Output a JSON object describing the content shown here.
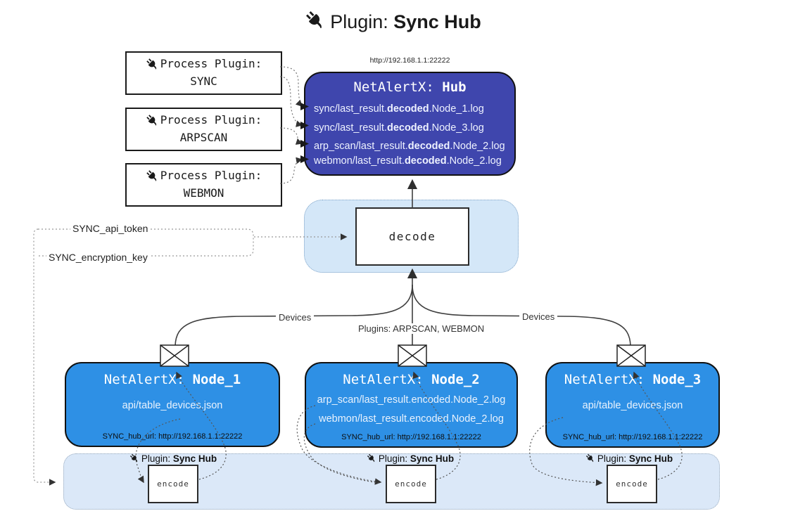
{
  "title": {
    "label": "Plugin:",
    "name": "Sync Hub"
  },
  "process_plugins": {
    "items": [
      {
        "label": "Process Plugin:",
        "name": "SYNC"
      },
      {
        "label": "Process Plugin:",
        "name": "ARPSCAN"
      },
      {
        "label": "Process Plugin:",
        "name": "WEBMON"
      }
    ]
  },
  "hub": {
    "url": "http://192.168.1.1:22222",
    "title_label": "NetAlertX:",
    "title_name": "Hub",
    "logs": [
      {
        "pre": "sync/last_result.",
        "bold": "decoded",
        "post": ".Node_1.log"
      },
      {
        "pre": "sync/last_result.",
        "bold": "decoded",
        "post": ".Node_3.log"
      },
      {
        "pre": "arp_scan/last_result.",
        "bold": "decoded",
        "post": ".Node_2.log"
      },
      {
        "pre": "webmon/last_result.",
        "bold": "decoded",
        "post": ".Node_2.log"
      }
    ]
  },
  "decode": {
    "label": "decode"
  },
  "secrets": {
    "api_token": "SYNC_api_token",
    "encryption_key": "SYNC_encryption_key"
  },
  "edge_labels": {
    "left": "Devices",
    "center": "Plugins: ARPSCAN, WEBMON",
    "right": "Devices"
  },
  "nodes": [
    {
      "title_label": "NetAlertX:",
      "title_name": "Node_1",
      "lines": [
        "api/table_devices.json"
      ],
      "hub_url": "SYNC_hub_url: http://192.168.1.1:22222"
    },
    {
      "title_label": "NetAlertX:",
      "title_name": "Node_2",
      "lines": [
        "arp_scan/last_result.encoded.Node_2.log",
        "webmon/last_result.encoded.Node_2.log"
      ],
      "hub_url": "SYNC_hub_url: http://192.168.1.1:22222"
    },
    {
      "title_label": "NetAlertX:",
      "title_name": "Node_3",
      "lines": [
        "api/table_devices.json"
      ],
      "hub_url": "SYNC_hub_url: http://192.168.1.1:22222"
    }
  ],
  "encoders": [
    {
      "plugin_label": "Plugin:",
      "plugin_name": "Sync Hub",
      "box": "encode"
    },
    {
      "plugin_label": "Plugin:",
      "plugin_name": "Sync Hub",
      "box": "encode"
    },
    {
      "plugin_label": "Plugin:",
      "plugin_name": "Sync Hub",
      "box": "encode"
    }
  ],
  "colors": {
    "hub_fill": "#3f46ad",
    "node_fill": "#2e90e5",
    "decode_zone_fill": "#d4e7f8",
    "encode_zone_fill": "#dbe8f8",
    "line": "#3f3f3f"
  }
}
